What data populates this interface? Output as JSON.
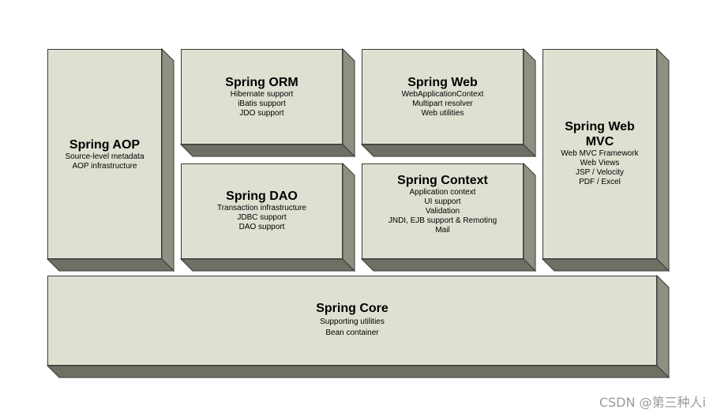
{
  "modules": {
    "aop": {
      "title": "Spring AOP",
      "items": [
        "Source-level metadata",
        "AOP infrastructure"
      ]
    },
    "orm": {
      "title": "Spring ORM",
      "items": [
        "Hibernate support",
        "iBatis support",
        "JDO support"
      ]
    },
    "web": {
      "title": "Spring Web",
      "items": [
        "WebApplicationContext",
        "Multipart resolver",
        "Web utilities"
      ]
    },
    "webmvc": {
      "title_line1": "Spring Web",
      "title_line2": "MVC",
      "items": [
        "Web MVC Framework",
        "Web Views",
        "JSP / Velocity",
        "PDF / Excel"
      ]
    },
    "dao": {
      "title": "Spring DAO",
      "items": [
        "Transaction infrastructure",
        "JDBC support",
        "DAO support"
      ]
    },
    "context": {
      "title": "Spring Context",
      "items": [
        "Application context",
        "UI support",
        "Validation",
        "JNDI, EJB support & Remoting",
        "Mail"
      ]
    },
    "core": {
      "title": "Spring Core",
      "items": [
        "Supporting utilities",
        "Bean container"
      ]
    }
  },
  "colors": {
    "face": "#dfe0d1",
    "side": "#8f9081",
    "bottom": "#6f7063",
    "border": "#3a3a3a"
  },
  "watermark": "CSDN @第三种人i"
}
